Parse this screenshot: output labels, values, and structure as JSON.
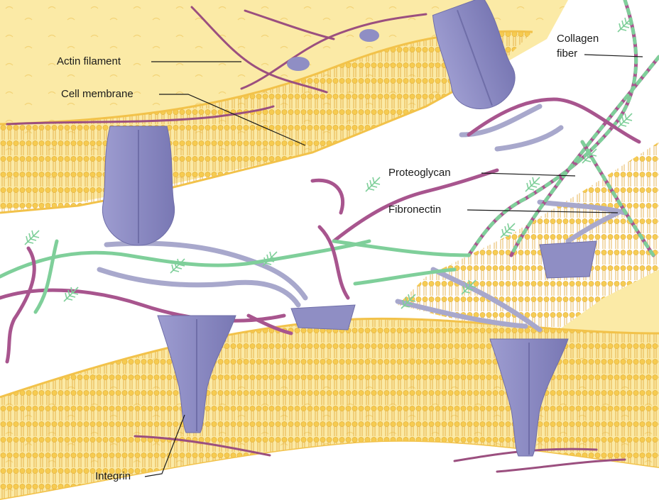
{
  "labels": {
    "actin_filament": "Actin filament",
    "cell_membrane": "Cell membrane",
    "collagen_line1": "Collagen",
    "collagen_line2": "fiber",
    "proteoglycan": "Proteoglycan",
    "fibronectin": "Fibronectin",
    "integrin": "Integrin"
  },
  "colors": {
    "cytoplasm": "#fbeaa6",
    "lipid_head": "#f6c94b",
    "lipid_tail": "#e8b13a",
    "integrin": "#8f8ec4",
    "integrin_shadow": "#6f6ea8",
    "collagen": "#a8558e",
    "fibronectin": "#8e8eb8",
    "proteoglycan": "#7fcf9a",
    "actin": "#9b4f7f"
  }
}
